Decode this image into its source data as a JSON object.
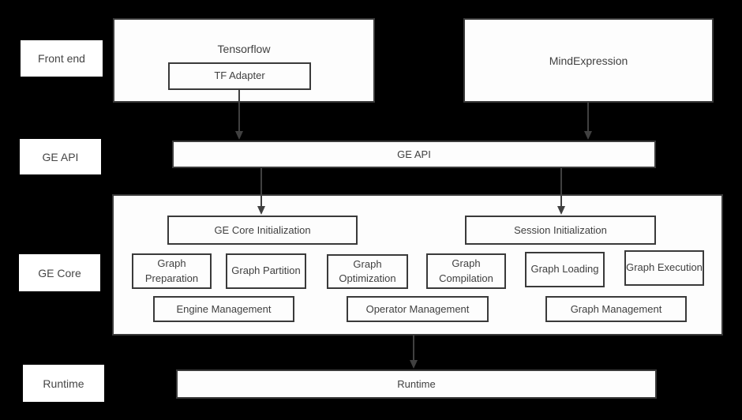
{
  "side_labels": {
    "front_end": "Front end",
    "ge_api": "GE API",
    "ge_core": "GE Core",
    "runtime": "Runtime"
  },
  "front_end": {
    "tensorflow_title": "Tensorflow",
    "tf_adapter": "TF Adapter",
    "mindexpression_title": "MindExpression"
  },
  "ge_api": {
    "bar_label": "GE API"
  },
  "ge_core": {
    "ge_core_initialization": "GE Core Initialization",
    "session_initialization": "Session Initialization",
    "graph_preparation": "Graph Preparation",
    "graph_partition": "Graph Partition",
    "graph_optimization": "Graph Optimization",
    "graph_compilation": "Graph Compilation",
    "graph_loading": "Graph Loading",
    "graph_execution": "Graph Execution",
    "engine_management": "Engine Management",
    "operator_management": "Operator Management",
    "graph_management": "Graph Management"
  },
  "runtime": {
    "bar_label": "Runtime"
  },
  "colors": {
    "background": "#000000",
    "box_fill": "#fdfdfd",
    "box_border": "#3a3a3a",
    "text": "#404040",
    "arrow": "#404040"
  }
}
